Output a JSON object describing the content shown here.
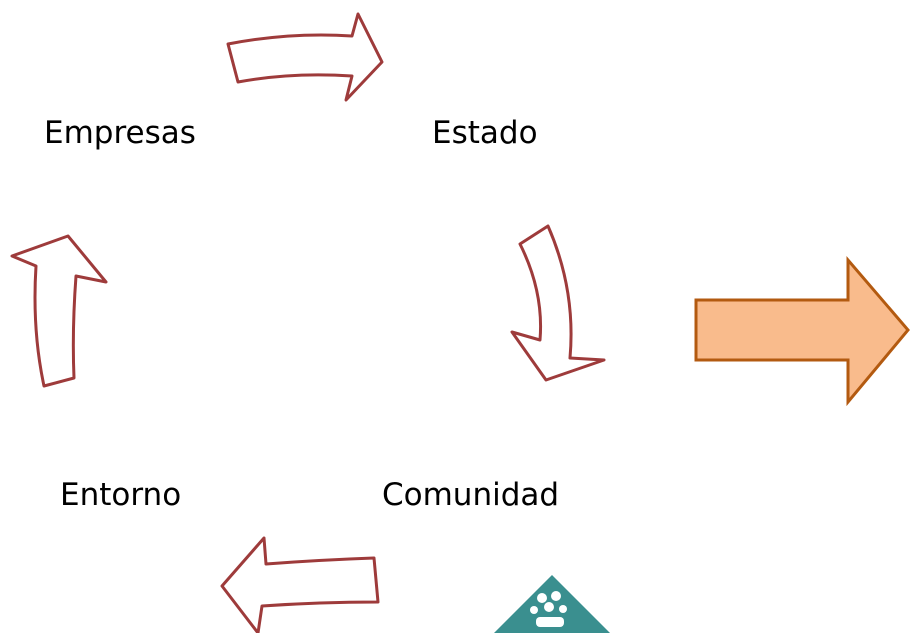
{
  "nodes": {
    "empresas": "Empresas",
    "estado": "Estado",
    "comunidad": "Comunidad",
    "entorno": "Entorno"
  },
  "colors": {
    "cycle_arrow_stroke": "#9e3b3b",
    "cycle_arrow_fill": "#ffffff",
    "big_arrow_fill": "#f9bb8c",
    "big_arrow_stroke": "#b35a10",
    "logo_fill": "#3a8f8f"
  },
  "icons": {
    "big_arrow": "right-block-arrow-icon",
    "logo": "community-logo-icon"
  }
}
